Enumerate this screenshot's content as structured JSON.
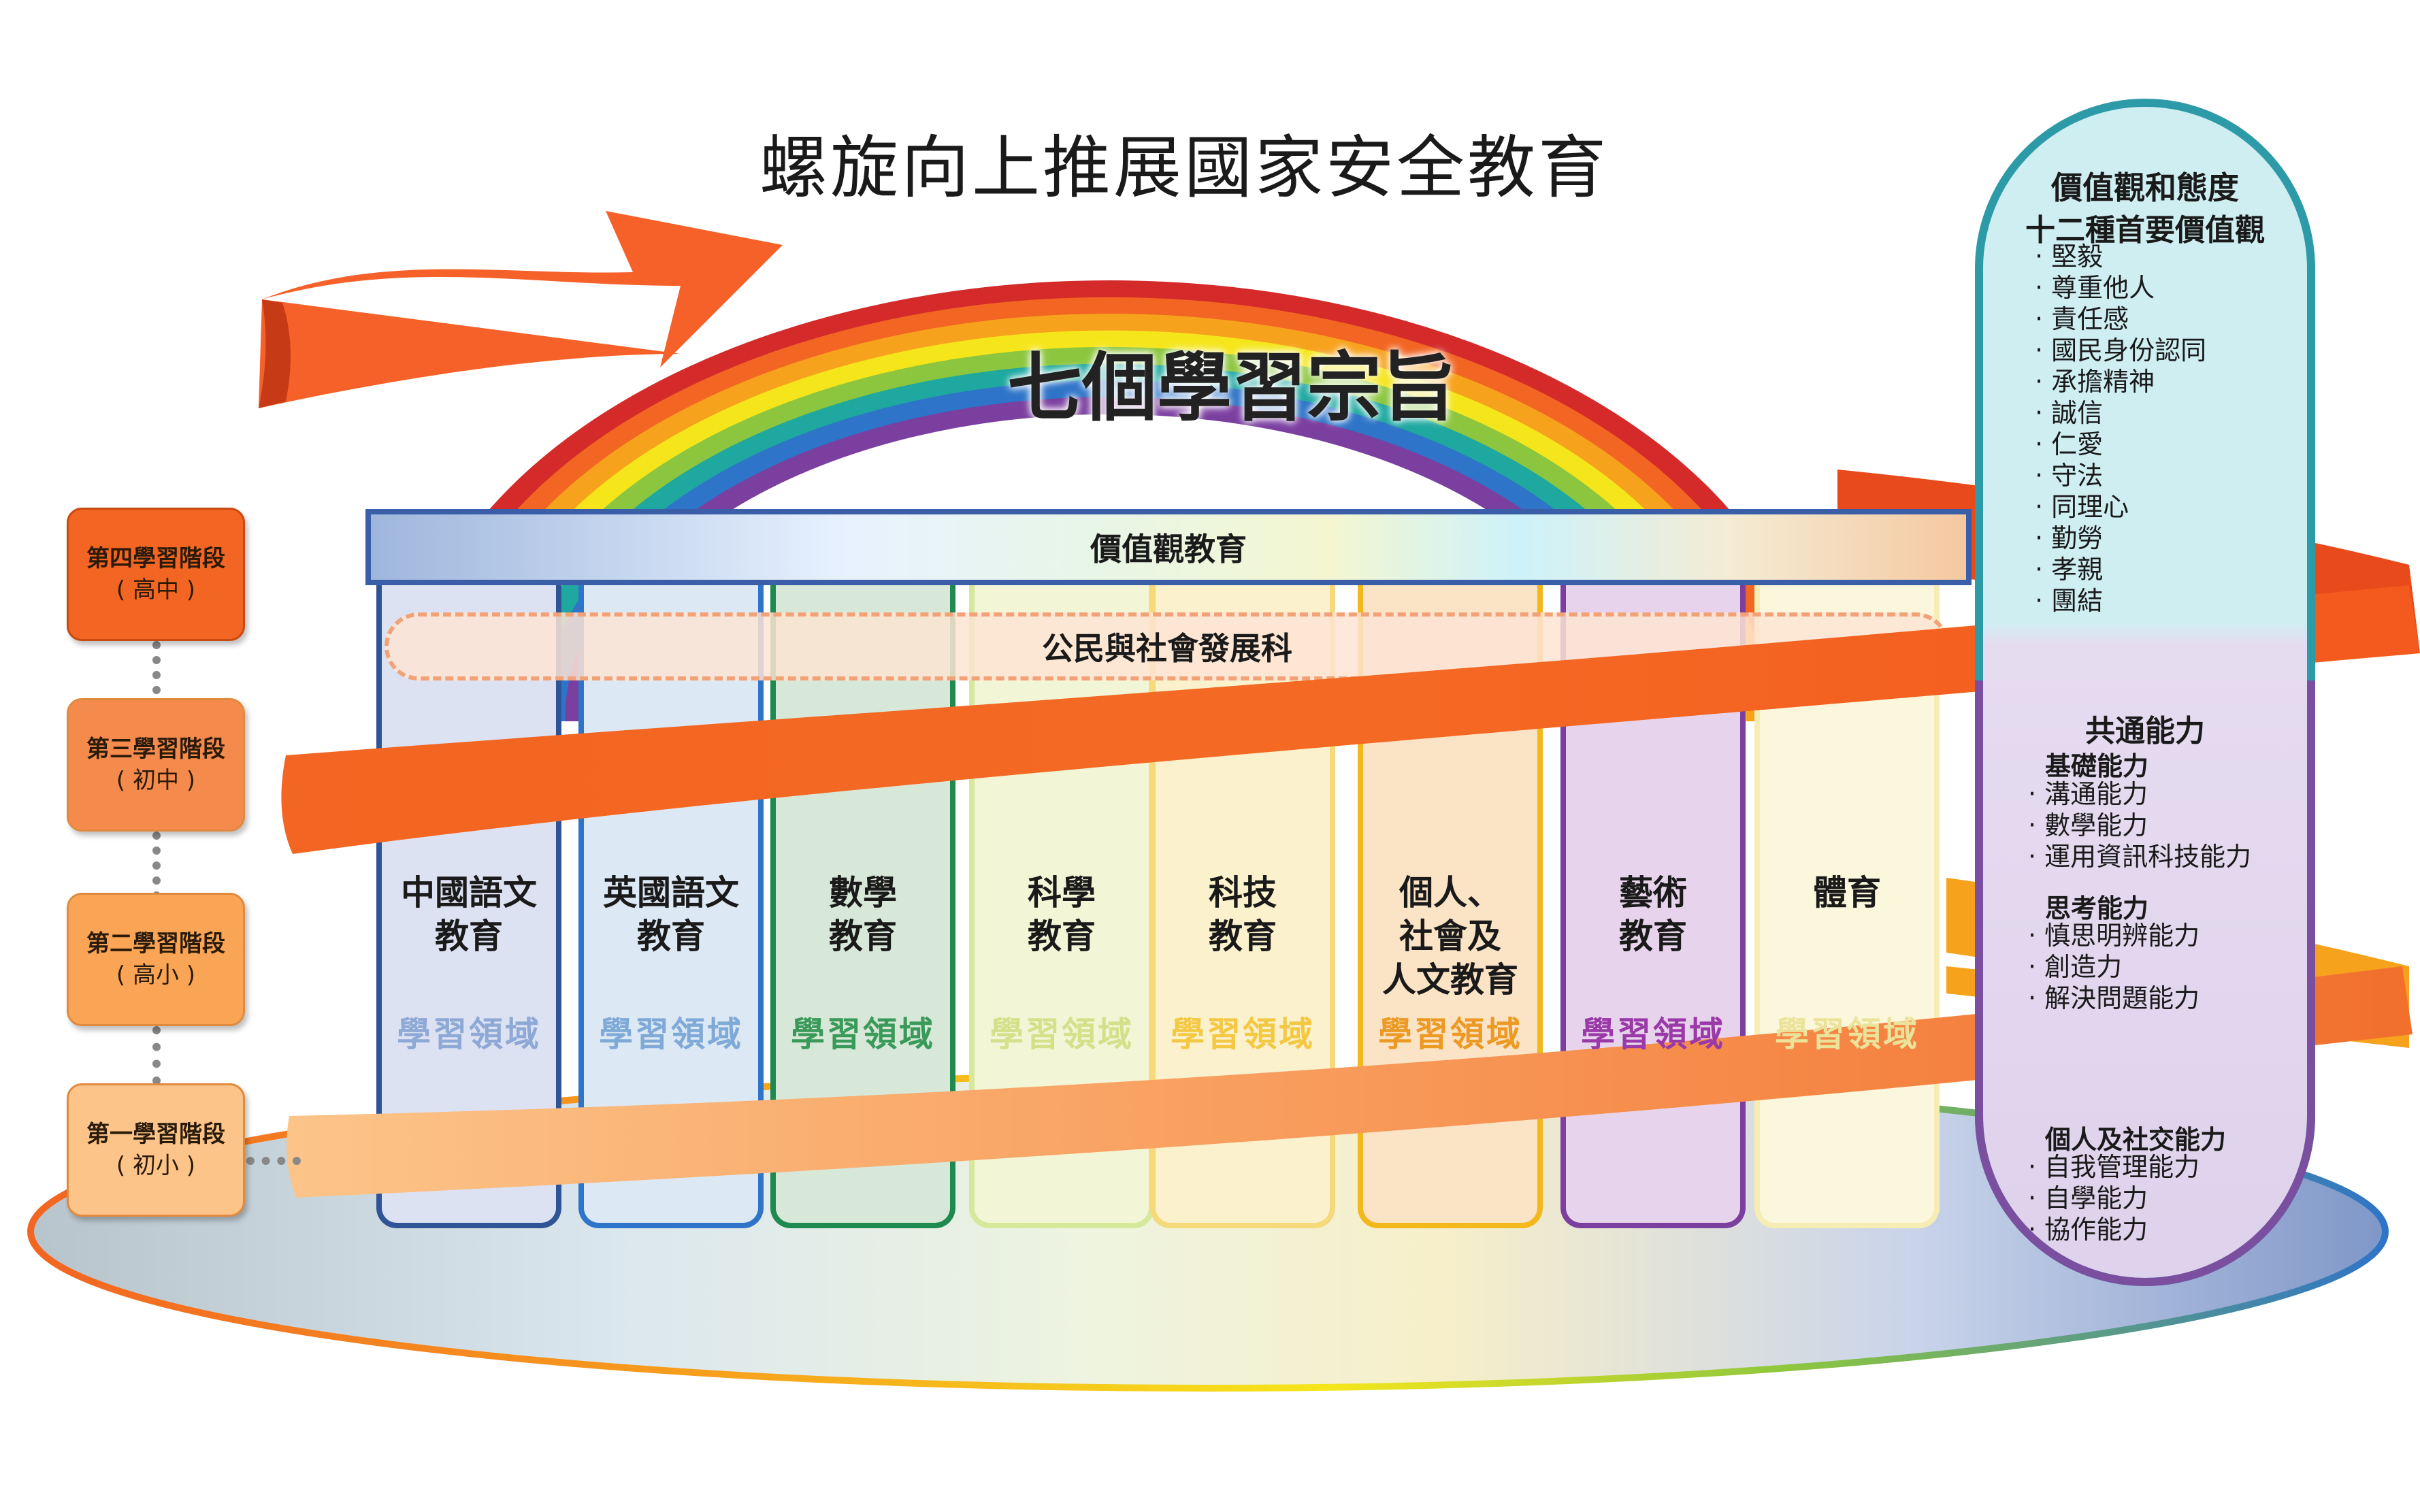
{
  "title": "螺旋向上推展國家安全教育",
  "seven_aims": "七個學習宗旨",
  "values_education": "價值觀教育",
  "civic_subject": "公民與社會發展科",
  "stages": [
    {
      "name": "第四學習階段",
      "level": "( 高中 )",
      "color": "#f26522"
    },
    {
      "name": "第三學習階段",
      "level": "( 初中 )",
      "color": "#f48a4c"
    },
    {
      "name": "第二學習階段",
      "level": "( 高小 )",
      "color": "#f9a555"
    },
    {
      "name": "第一學習階段",
      "level": "( 初小 )",
      "color": "#fcc489"
    }
  ],
  "kla": [
    {
      "lines": [
        "中國語文",
        "教育"
      ],
      "label": "學習領域",
      "border": "#2f5597",
      "fill": "#dde2f3",
      "label_color": "#8ea9d6"
    },
    {
      "lines": [
        "英國語文",
        "教育"
      ],
      "label": "學習領域",
      "border": "#2e74c8",
      "fill": "#dde8f5",
      "label_color": "#7fa9d6"
    },
    {
      "lines": [
        "數學",
        "教育"
      ],
      "label": "學習領域",
      "border": "#1e8a50",
      "fill": "#d8e8d8",
      "label_color": "#3a9a5a"
    },
    {
      "lines": [
        "科學",
        "教育"
      ],
      "label": "學習領域",
      "border": "#d6e89a",
      "fill": "#f3f6d6",
      "label_color": "#d4e08a"
    },
    {
      "lines": [
        "科技",
        "教育"
      ],
      "label": "學習領域",
      "border": "#f6d97a",
      "fill": "#fbf1cc",
      "label_color": "#f4c842"
    },
    {
      "lines": [
        "個人、",
        "社會及",
        "人文教育"
      ],
      "label": "學習領域",
      "border": "#f2b81c",
      "fill": "#fbe3c6",
      "label_color": "#ec9a24"
    },
    {
      "lines": [
        "藝術",
        "教育"
      ],
      "label": "學習領域",
      "border": "#7b3fa0",
      "fill": "#e7d4ec",
      "label_color": "#9a3aa8"
    },
    {
      "lines": [
        "體育"
      ],
      "label": "學習領域",
      "border": "#f6edb4",
      "fill": "#fbf7dc",
      "label_color": "#ece39a"
    }
  ],
  "values_panel": {
    "heading": "價值觀和態度",
    "subheading": "十二種首要價值觀",
    "values": [
      "堅毅",
      "尊重他人",
      "責任感",
      "國民身份認同",
      "承擔精神",
      "誠信",
      "仁愛",
      "守法",
      "同理心",
      "勤勞",
      "孝親",
      "團結"
    ]
  },
  "generic_skills": {
    "heading": "共通能力",
    "groups": [
      {
        "name": "基礎能力",
        "items": [
          "溝通能力",
          "數學能力",
          "運用資訊科技能力"
        ]
      },
      {
        "name": "思考能力",
        "items": [
          "慎思明辨能力",
          "創造力",
          "解決問題能力"
        ]
      },
      {
        "name": "個人及社交能力",
        "items": [
          "自我管理能力",
          "自學能力",
          "協作能力"
        ]
      }
    ]
  },
  "colors": {
    "rainbow": [
      "#d42a2a",
      "#f26522",
      "#f7a21c",
      "#f5e61c",
      "#8cc63f",
      "#1ea8a0",
      "#2e74c8",
      "#7b3fa0"
    ],
    "spiral": "#f26522",
    "capsule_top": "#2d9aa8",
    "capsule_bottom": "#7b4fa0"
  }
}
